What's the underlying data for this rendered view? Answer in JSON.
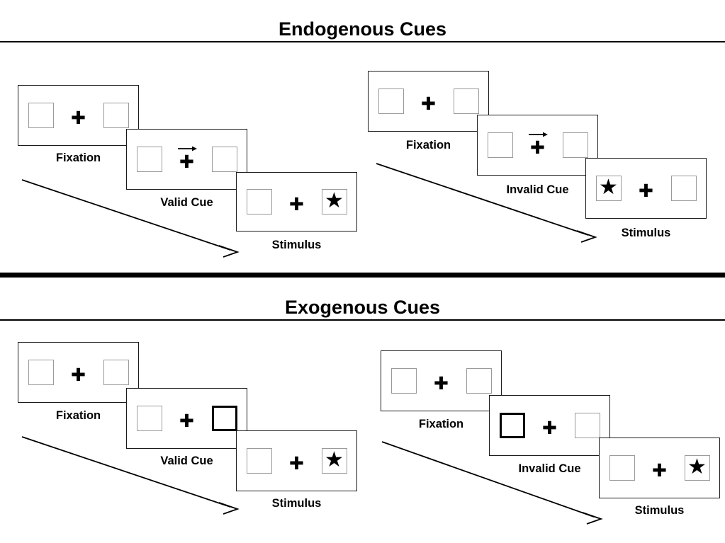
{
  "figure": {
    "title_top": "Endogenous Cues",
    "title_bottom": "Exogenous Cues",
    "colors": {
      "ink": "#000000",
      "panel_border": "#1a1a1a",
      "box_border": "#9a9a9a",
      "cued_box_border": "#000000",
      "background": "#ffffff"
    },
    "glyphs": {
      "fixation_cross": "✚",
      "target_star": "★"
    }
  },
  "sections": [
    {
      "id": "endogenous",
      "title": "Endogenous Cues",
      "cue_type": "central directional arrow",
      "sequences": [
        {
          "id": "endogenous-valid",
          "validity": "valid",
          "frames": [
            {
              "caption": "Fixation",
              "left_box": "empty",
              "right_box": "empty",
              "center": "fixation_cross",
              "arrow": "none"
            },
            {
              "caption": "Valid Cue",
              "left_box": "empty",
              "right_box": "empty",
              "center": "fixation_cross",
              "arrow": "right"
            },
            {
              "caption": "Stimulus",
              "left_box": "empty",
              "right_box": "star",
              "center": "fixation_cross",
              "arrow": "none"
            }
          ]
        },
        {
          "id": "endogenous-invalid",
          "validity": "invalid",
          "frames": [
            {
              "caption": "Fixation",
              "left_box": "empty",
              "right_box": "empty",
              "center": "fixation_cross",
              "arrow": "none"
            },
            {
              "caption": "Invalid Cue",
              "left_box": "empty",
              "right_box": "empty",
              "center": "fixation_cross",
              "arrow": "right"
            },
            {
              "caption": "Stimulus",
              "left_box": "star",
              "right_box": "empty",
              "center": "fixation_cross",
              "arrow": "none"
            }
          ]
        }
      ]
    },
    {
      "id": "exogenous",
      "title": "Exogenous Cues",
      "cue_type": "peripheral box brightening",
      "sequences": [
        {
          "id": "exogenous-valid",
          "validity": "valid",
          "frames": [
            {
              "caption": "Fixation",
              "left_box": "empty",
              "right_box": "empty",
              "center": "fixation_cross",
              "arrow": "none"
            },
            {
              "caption": "Valid Cue",
              "left_box": "empty",
              "right_box": "cued",
              "center": "fixation_cross",
              "arrow": "none"
            },
            {
              "caption": "Stimulus",
              "left_box": "empty",
              "right_box": "star",
              "center": "fixation_cross",
              "arrow": "none"
            }
          ]
        },
        {
          "id": "exogenous-invalid",
          "validity": "invalid",
          "frames": [
            {
              "caption": "Fixation",
              "left_box": "empty",
              "right_box": "empty",
              "center": "fixation_cross",
              "arrow": "none"
            },
            {
              "caption": "Invalid Cue",
              "left_box": "cued",
              "right_box": "empty",
              "center": "fixation_cross",
              "arrow": "none"
            },
            {
              "caption": "Stimulus",
              "left_box": "empty",
              "right_box": "star",
              "center": "fixation_cross",
              "arrow": "none"
            }
          ]
        }
      ]
    }
  ],
  "captions": {
    "endo_valid": [
      "Fixation",
      "Valid Cue",
      "Stimulus"
    ],
    "endo_invalid": [
      "Fixation",
      "Invalid Cue",
      "Stimulus"
    ],
    "exo_valid": [
      "Fixation",
      "Valid Cue",
      "Stimulus"
    ],
    "exo_invalid": [
      "Fixation",
      "Invalid Cue",
      "Stimulus"
    ]
  }
}
